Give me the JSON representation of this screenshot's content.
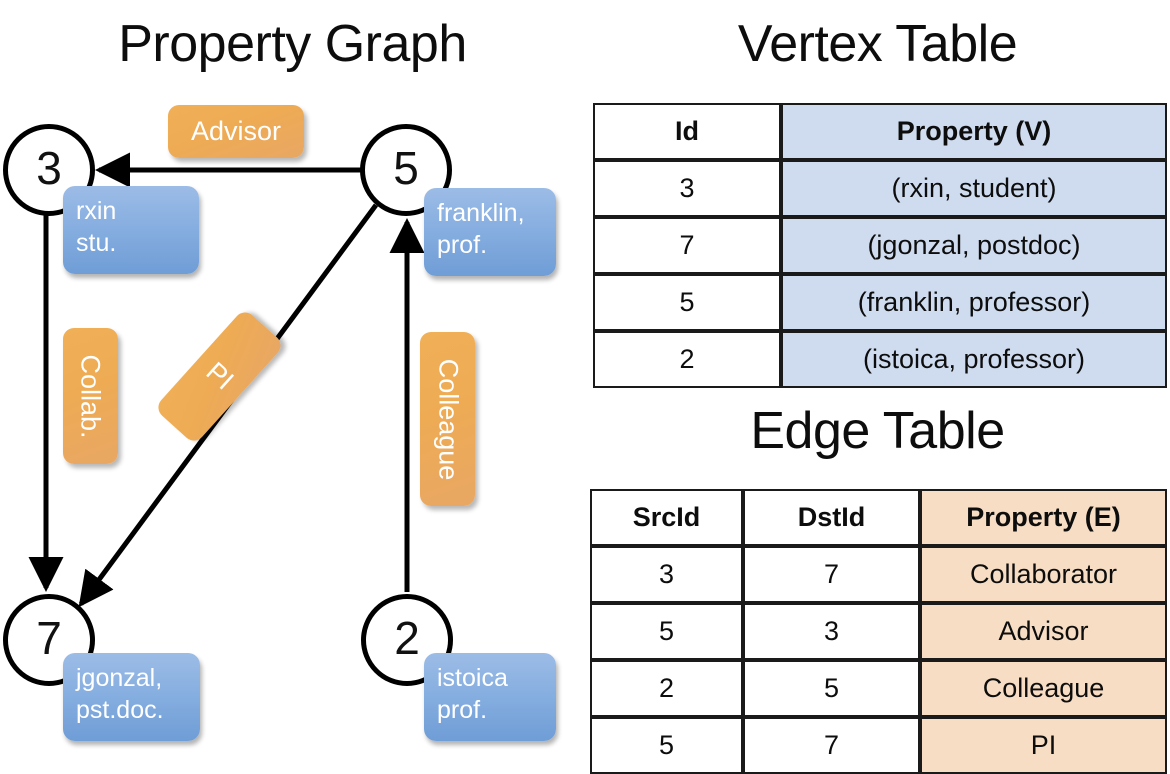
{
  "graph": {
    "title": "Property Graph",
    "nodes": [
      {
        "id": "3",
        "property_lines": [
          "rxin",
          "stu."
        ]
      },
      {
        "id": "5",
        "property_lines": [
          "franklin,",
          "prof."
        ]
      },
      {
        "id": "7",
        "property_lines": [
          "jgonzal,",
          "pst.doc."
        ]
      },
      {
        "id": "2",
        "property_lines": [
          "istoica",
          "prof."
        ]
      }
    ],
    "edge_labels": [
      {
        "name": "advisor",
        "text": "Advisor"
      },
      {
        "name": "collab",
        "text": "Collab."
      },
      {
        "name": "pi",
        "text": "PI"
      },
      {
        "name": "colleague",
        "text": "Colleague"
      }
    ]
  },
  "vertex_table": {
    "title": "Vertex Table",
    "headers": [
      "Id",
      "Property (V)"
    ],
    "rows": [
      [
        "3",
        "(rxin, student)"
      ],
      [
        "7",
        "(jgonzal, postdoc)"
      ],
      [
        "5",
        "(franklin, professor)"
      ],
      [
        "2",
        "(istoica, professor)"
      ]
    ]
  },
  "edge_table": {
    "title": "Edge Table",
    "headers": [
      "SrcId",
      "DstId",
      "Property (E)"
    ],
    "rows": [
      [
        "3",
        "7",
        "Collaborator"
      ],
      [
        "5",
        "3",
        "Advisor"
      ],
      [
        "2",
        "5",
        "Colleague"
      ],
      [
        "5",
        "7",
        "PI"
      ]
    ]
  },
  "colors": {
    "node_property_blue": "#86aee0",
    "edge_label_orange": "#eeab54",
    "vertex_property_cell": "#cfdcef",
    "edge_property_cell": "#f7ddc3",
    "stroke": "#000000"
  }
}
